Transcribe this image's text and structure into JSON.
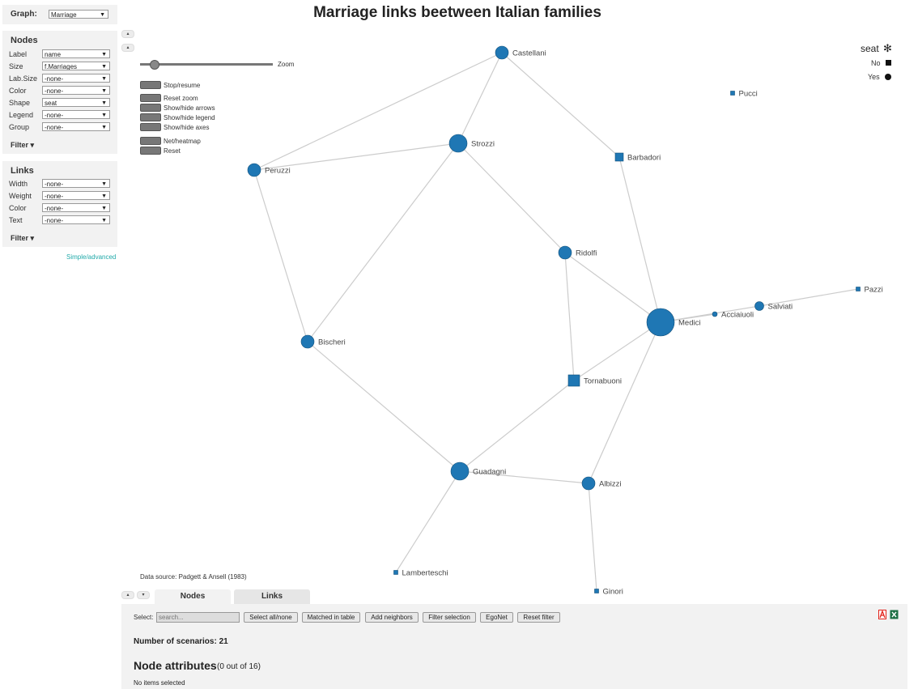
{
  "graph_panel": {
    "label": "Graph:",
    "value": "Marriage"
  },
  "nodes_panel": {
    "title": "Nodes",
    "rows": [
      {
        "label": "Label",
        "value": "name"
      },
      {
        "label": "Size",
        "value": "f.Marriages"
      },
      {
        "label": "Lab.Size",
        "value": "-none-"
      },
      {
        "label": "Color",
        "value": "-none-"
      },
      {
        "label": "Shape",
        "value": "seat"
      },
      {
        "label": "Legend",
        "value": "-none-"
      },
      {
        "label": "Group",
        "value": "-none-"
      }
    ],
    "filter": "Filter ▾"
  },
  "links_panel": {
    "title": "Links",
    "rows": [
      {
        "label": "Width",
        "value": "-none-"
      },
      {
        "label": "Weight",
        "value": "-none-"
      },
      {
        "label": "Color",
        "value": "-none-"
      },
      {
        "label": "Text",
        "value": "-none-"
      }
    ],
    "filter": "Filter ▾"
  },
  "simple_advanced": "Simple/advanced",
  "controls": {
    "zoom_label": "Zoom",
    "buttons": [
      "Stop/resume",
      "Reset zoom",
      "Show/hide arrows",
      "Show/hide legend",
      "Show/hide axes",
      "Net/heatmap",
      "Reset"
    ]
  },
  "main_title": "Marriage links beetween Italian families",
  "legend": {
    "title": "seat",
    "icon": "asterisk-icon",
    "items": [
      {
        "label": "No",
        "shape": "square"
      },
      {
        "label": "Yes",
        "shape": "circle"
      }
    ]
  },
  "data_source": "Data source: Padgett & Ansell (1983)",
  "network": {
    "node_color": "#1f77b4",
    "link_color": "#cccccc",
    "nodes": [
      {
        "name": "Castellani",
        "shape": "circle"
      },
      {
        "name": "Pucci",
        "shape": "square"
      },
      {
        "name": "Strozzi",
        "shape": "circle"
      },
      {
        "name": "Barbadori",
        "shape": "square"
      },
      {
        "name": "Peruzzi",
        "shape": "circle"
      },
      {
        "name": "Ridolfi",
        "shape": "circle"
      },
      {
        "name": "Pazzi",
        "shape": "square"
      },
      {
        "name": "Salviati",
        "shape": "circle"
      },
      {
        "name": "Acciaiuoli",
        "shape": "circle"
      },
      {
        "name": "Medici",
        "shape": "circle"
      },
      {
        "name": "Bischeri",
        "shape": "circle"
      },
      {
        "name": "Tornabuoni",
        "shape": "square"
      },
      {
        "name": "Guadagni",
        "shape": "circle"
      },
      {
        "name": "Albizzi",
        "shape": "circle"
      },
      {
        "name": "Lamberteschi",
        "shape": "square"
      },
      {
        "name": "Ginori",
        "shape": "square"
      }
    ],
    "links": [
      [
        "Castellani",
        "Strozzi"
      ],
      [
        "Castellani",
        "Peruzzi"
      ],
      [
        "Castellani",
        "Barbadori"
      ],
      [
        "Peruzzi",
        "Strozzi"
      ],
      [
        "Peruzzi",
        "Bischeri"
      ],
      [
        "Strozzi",
        "Bischeri"
      ],
      [
        "Strozzi",
        "Ridolfi"
      ],
      [
        "Barbadori",
        "Medici"
      ],
      [
        "Ridolfi",
        "Medici"
      ],
      [
        "Ridolfi",
        "Tornabuoni"
      ],
      [
        "Medici",
        "Acciaiuoli"
      ],
      [
        "Medici",
        "Salviati"
      ],
      [
        "Salviati",
        "Pazzi"
      ],
      [
        "Medici",
        "Tornabuoni"
      ],
      [
        "Medici",
        "Albizzi"
      ],
      [
        "Bischeri",
        "Guadagni"
      ],
      [
        "Tornabuoni",
        "Guadagni"
      ],
      [
        "Guadagni",
        "Albizzi"
      ],
      [
        "Guadagni",
        "Lamberteschi"
      ],
      [
        "Albizzi",
        "Ginori"
      ]
    ]
  },
  "tabs": [
    "Nodes",
    "Links"
  ],
  "bottom": {
    "select_label": "Select:",
    "search_placeholder": "search...",
    "buttons": [
      "Select all/none",
      "Matched in table",
      "Add neighbors",
      "Filter selection",
      "EgoNet",
      "Reset filter"
    ],
    "scenarios": "Number of scenarios: 21",
    "attrs_title": "Node attributes",
    "attrs_count": "(0 out of 16)",
    "no_items": "No items selected"
  },
  "export_icons": [
    "pdf-icon",
    "excel-icon"
  ],
  "colors": {
    "pdf": "#e2231a",
    "excel": "#1d7044"
  }
}
